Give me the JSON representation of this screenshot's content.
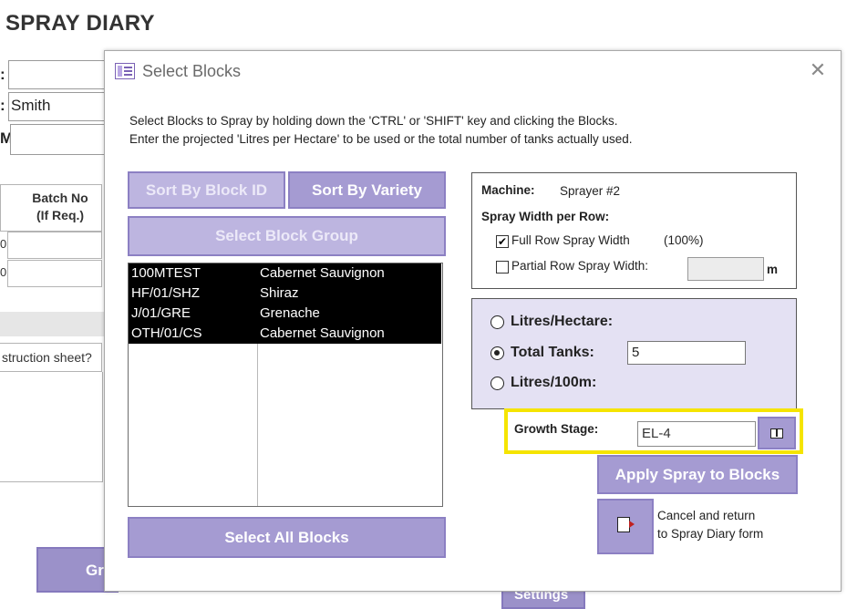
{
  "background_form": {
    "title": "SPRAY DIARY",
    "field_value_name": "Smith",
    "colon1": ":",
    "colon2": ":",
    "partial_label": "M",
    "batch_header": "Batch No\n(If Req.)",
    "row_tick1": "0",
    "row_tick2": "0",
    "instruction_text": "struction sheet?",
    "button_partial": "Gr",
    "settings_partial": "Settings"
  },
  "dialog": {
    "title": "Select Blocks",
    "close_symbol": "✕",
    "instruction_line1": "Select Blocks to Spray by holding down the 'CTRL' or 'SHIFT' key and clicking the Blocks.",
    "instruction_line2": "Enter the projected 'Litres per Hectare' to be used or the total number of tanks actually used.",
    "sort_by_block_id": "Sort By Block ID",
    "sort_by_variety": "Sort By Variety",
    "select_block_group": "Select Block Group",
    "select_all_blocks": "Select All Blocks",
    "blocks": [
      {
        "id": "100MTEST",
        "variety": "Cabernet Sauvignon",
        "selected": true
      },
      {
        "id": "HF/01/SHZ",
        "variety": "Shiraz",
        "selected": true
      },
      {
        "id": "J/01/GRE",
        "variety": "Grenache",
        "selected": true
      },
      {
        "id": "OTH/01/CS",
        "variety": "Cabernet Sauvignon",
        "selected": true
      }
    ],
    "machine_label": "Machine:",
    "machine_value": "Sprayer #2",
    "spray_width_label": "Spray Width per Row:",
    "full_row_label": "Full Row Spray Width",
    "full_row_pct": "(100%)",
    "full_row_checked": true,
    "partial_row_label": "Partial Row Spray Width:",
    "partial_row_checked": false,
    "partial_row_value": "",
    "partial_unit": "m",
    "litres_hectare_label": "Litres/Hectare:",
    "total_tanks_label": "Total Tanks:",
    "total_tanks_value": "5",
    "litres_100m_label": "Litres/100m:",
    "selected_option": "total_tanks",
    "growth_stage_label": "Growth Stage:",
    "growth_stage_value": "EL-4",
    "apply_button": "Apply Spray to Blocks",
    "cancel_text_line1": "Cancel and return",
    "cancel_text_line2": "to Spray Diary form"
  },
  "colors": {
    "button_purple": "#a59bd2",
    "button_disabled": "#bdb5e0",
    "radio_panel": "#e4e1f3",
    "highlight_yellow": "#f5e400",
    "list_selected": "#000000"
  },
  "icons": {
    "window_icon": "form-window-icon",
    "growth_button_icon": "book-icon",
    "cancel_button_icon": "exit-door-icon"
  }
}
